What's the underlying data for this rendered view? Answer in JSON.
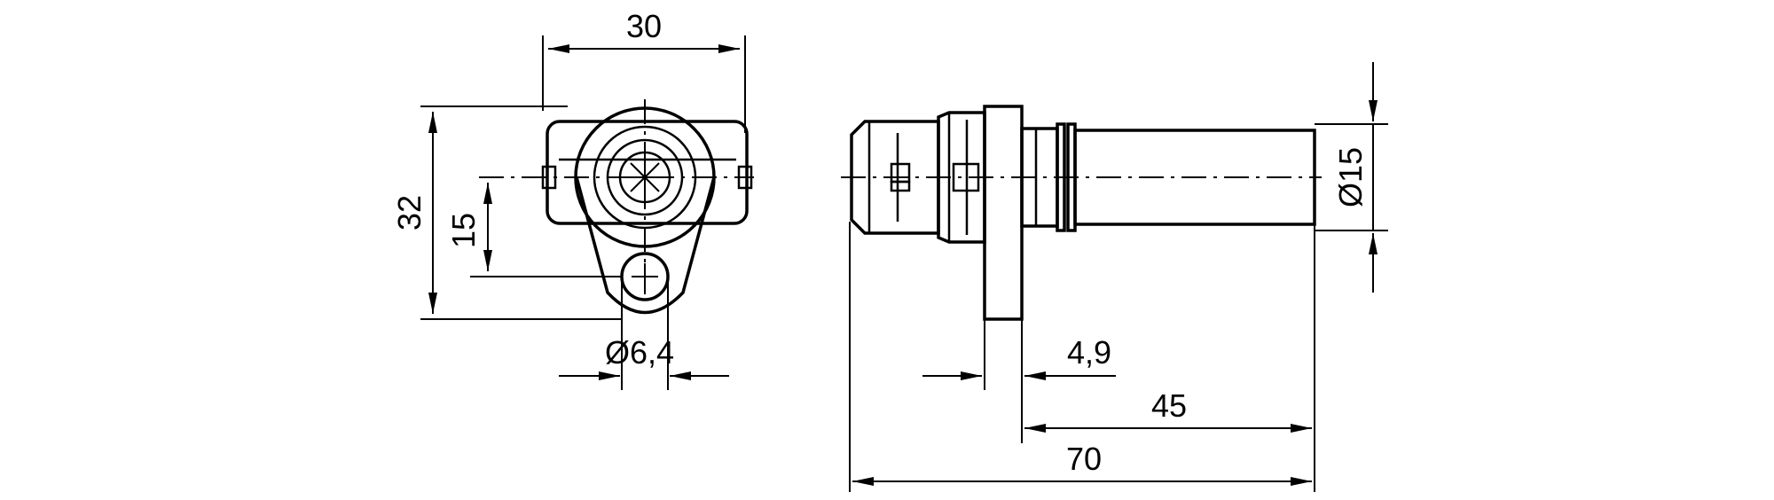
{
  "front_view": {
    "width_label": "30",
    "height_label": "32",
    "hole_offset_label": "15",
    "hole_diameter_label": "Ø6,4"
  },
  "side_view": {
    "flange_thickness_label": "4,9",
    "probe_length_label": "45",
    "overall_length_label": "70",
    "diameter_label": "Ø15"
  }
}
